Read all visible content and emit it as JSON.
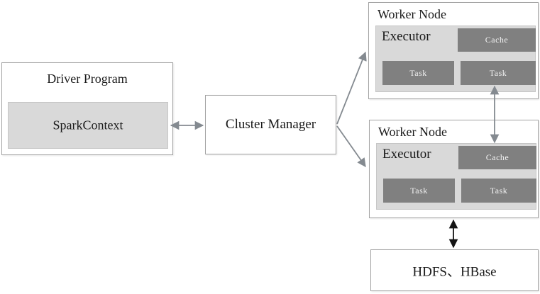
{
  "diagram": {
    "driver_program": {
      "title": "Driver Program",
      "spark_context_label": "SparkContext"
    },
    "cluster_manager": {
      "label": "Cluster Manager"
    },
    "workers": [
      {
        "title": "Worker Node",
        "executor_label": "Executor",
        "cache_label": "Cache",
        "tasks": [
          "Task",
          "Task"
        ]
      },
      {
        "title": "Worker Node",
        "executor_label": "Executor",
        "cache_label": "Cache",
        "tasks": [
          "Task",
          "Task"
        ]
      }
    ],
    "storage": {
      "label": "HDFS、HBase"
    },
    "colors": {
      "box_fill": "#ffffff",
      "box_border": "#a3a3a3",
      "light_fill": "#d9d9d9",
      "dark_fill": "#808080",
      "dark_text": "#f2f2f2",
      "arrow_gray": "#848a90",
      "arrow_black": "#141414"
    }
  }
}
